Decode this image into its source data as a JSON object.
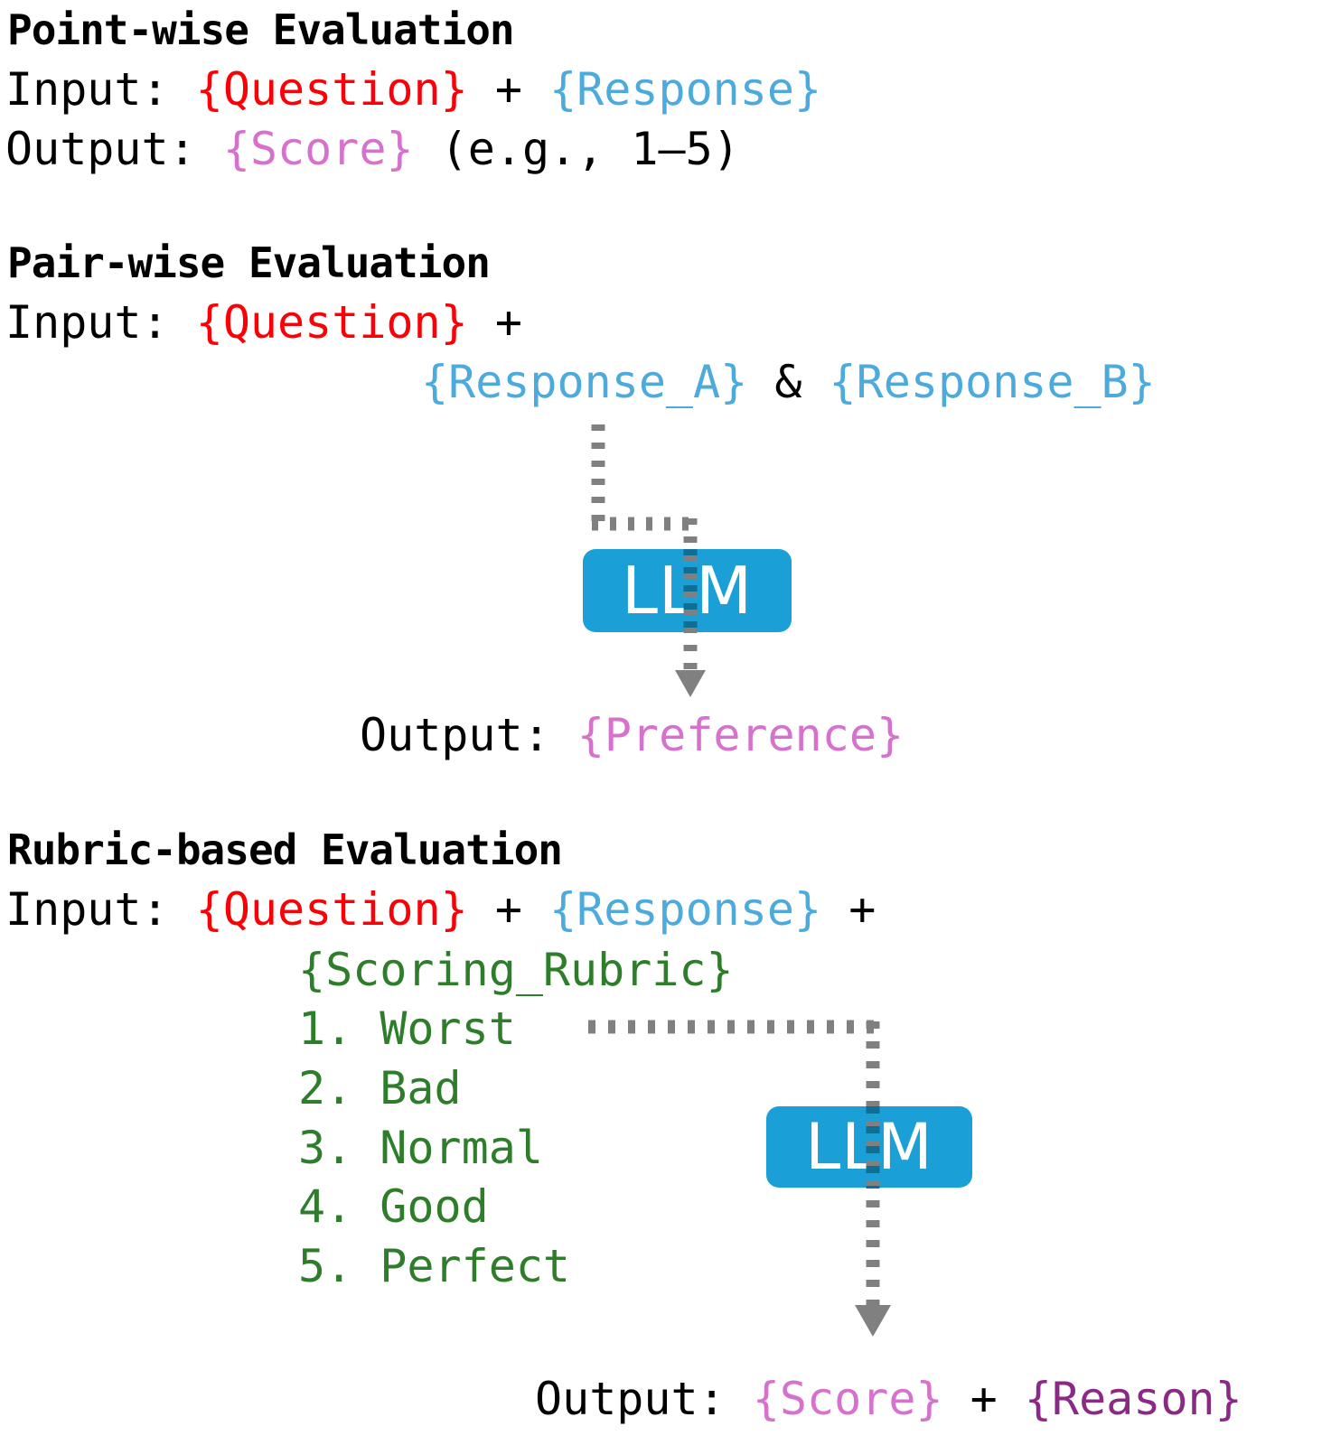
{
  "colors": {
    "question": "#fb0006",
    "response": "#4cabdc",
    "score": "#d671cd",
    "rubric": "#2d7d2b",
    "reason": "#8b2a86",
    "llm_box": "#1b9fd7",
    "llm_box_text": "#ffffff",
    "arrow_gray": "#808080",
    "arrow_inside_box": "#0d6e96",
    "plain_text": "#000000",
    "background": "#ffffff"
  },
  "sections": {
    "pointwise": {
      "heading": "Point-wise Evaluation",
      "input_label": "Input: ",
      "input_question": "{Question}",
      "input_plus": " + ",
      "input_response": "{Response}",
      "output_label": "Output: ",
      "output_score": "{Score}",
      "output_suffix": " (e.g., 1–5)"
    },
    "pairwise": {
      "heading": "Pair-wise Evaluation",
      "input_label": "Input: ",
      "input_question": "{Question}",
      "input_plus": " +",
      "response_a": "{Response_A}",
      "response_amp": " & ",
      "response_b": "{Response_B}",
      "llm_label": "LLM",
      "output_label": "Output: ",
      "output_preference": "{Preference}"
    },
    "rubric": {
      "heading": "Rubric-based Evaluation",
      "input_label": "Input: ",
      "input_question": "{Question}",
      "input_plus1": " + ",
      "input_response": "{Response}",
      "input_plus2": " +",
      "rubric_title": "{Scoring_Rubric}",
      "rubric_items": [
        "1. Worst",
        "2. Bad",
        "3. Normal",
        "4. Good",
        "5. Perfect"
      ],
      "llm_label": "LLM",
      "output_label": "Output: ",
      "output_score": "{Score}",
      "output_plus": " + ",
      "output_reason": "{Reason}"
    }
  }
}
